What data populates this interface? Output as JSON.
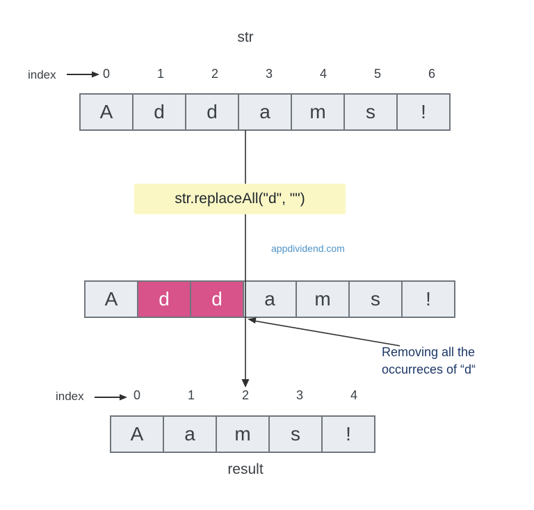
{
  "diagram": {
    "source_string": {
      "title": "str",
      "index_label": "index",
      "indices": [
        "0",
        "1",
        "2",
        "3",
        "4",
        "5",
        "6"
      ],
      "cells": [
        "A",
        "d",
        "d",
        "a",
        "m",
        "s",
        "!"
      ]
    },
    "operation": {
      "code": "str.replaceAll(\"d\", \"\")"
    },
    "watermark": "appdividend.com",
    "intermediate_string": {
      "cells": [
        "A",
        "d",
        "d",
        "a",
        "m",
        "s",
        "!"
      ],
      "highlighted_indices": [
        1,
        2
      ]
    },
    "annotation": {
      "line1": "Removing all the",
      "line2": "occurreces of “d“"
    },
    "result_string": {
      "title": "result",
      "index_label": "index",
      "indices": [
        "0",
        "1",
        "2",
        "3",
        "4"
      ],
      "cells": [
        "A",
        "a",
        "m",
        "s",
        "!"
      ]
    },
    "colors": {
      "cell_fill": "#e9edf1",
      "cell_border": "#6f767c",
      "highlight_fill": "#d7538a",
      "highlight_text": "#ffffff",
      "operation_bg": "#faf7c5",
      "text_dark": "#3a4045",
      "code_text": "#20262d",
      "annotation_text": "#1c3766",
      "watermark_text": "#4f94c8",
      "line_color": "#2f2f2f"
    }
  }
}
